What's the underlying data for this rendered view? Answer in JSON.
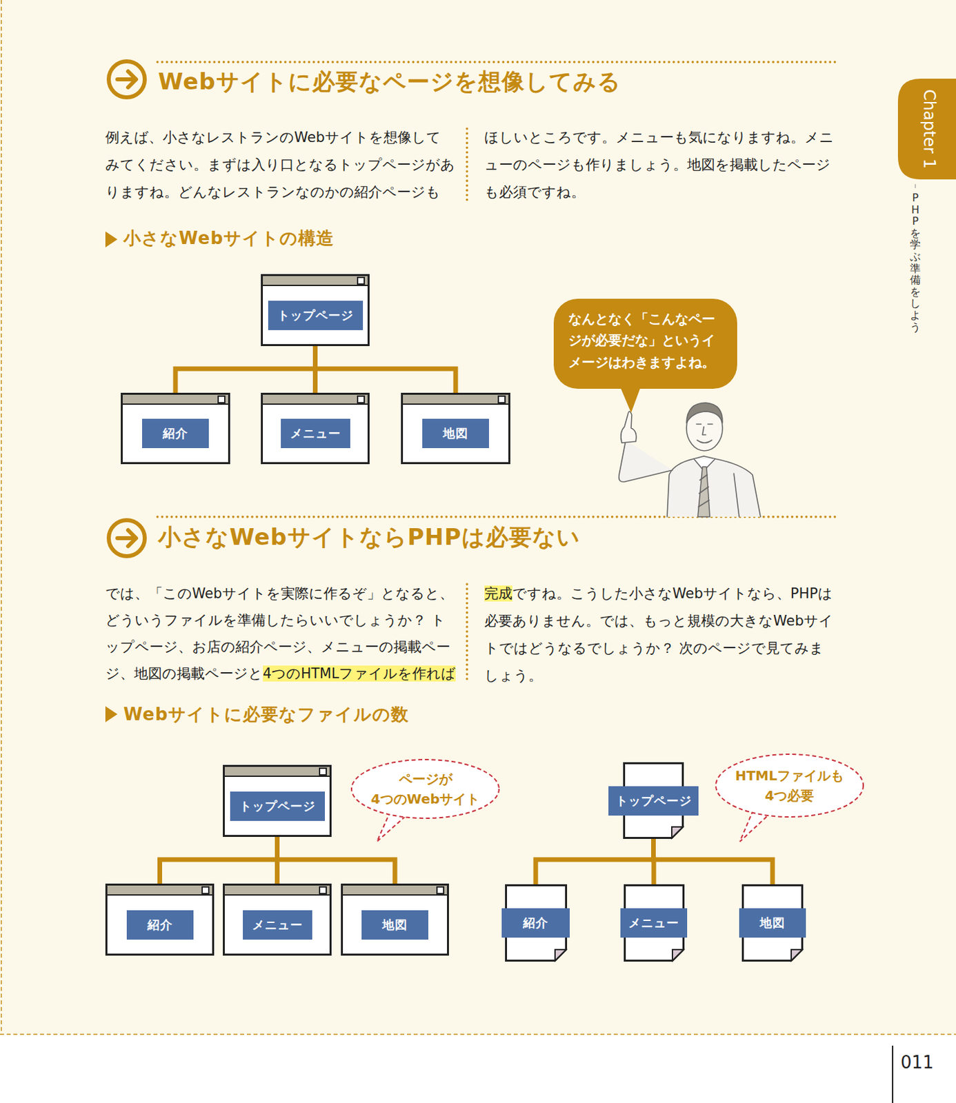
{
  "diagram": {
    "nodes": [
      {
        "text": [
          "トップページ"
        ]
      },
      {
        "text": [
          "紹介"
        ]
      },
      {
        "text": [
          "メニュー"
        ]
      },
      {
        "text": [
          "地図"
        ]
      },
      {
        "text": [
          "なんとなく「こんなページが必要だな」というイメージはわきますよね。"
        ]
      },
      {
        "text": [
          "トップページ"
        ]
      },
      {
        "text": [
          "ページが 4つのWebサイト"
        ]
      },
      {
        "text": [
          "トップページ"
        ]
      },
      {
        "text": [
          "HTMLファイルも 4つ必要"
        ]
      },
      {
        "text": [
          "紹介"
        ]
      },
      {
        "text": [
          "メニュー"
        ]
      },
      {
        "text": [
          "地図"
        ]
      },
      {
        "text": [
          "紹介"
        ]
      },
      {
        "text": [
          "メニュー"
        ]
      },
      {
        "text": [
          "地図"
        ]
      }
    ],
    "edges": [
      {
        "from": 0,
        "to": 1,
        "arrow": "none"
      },
      {
        "from": 0,
        "to": 2,
        "arrow": "none"
      },
      {
        "from": 0,
        "to": 3,
        "arrow": "none"
      },
      {
        "from": 5,
        "to": 9,
        "arrow": "none"
      },
      {
        "from": 5,
        "to": 10,
        "arrow": "none"
      },
      {
        "from": 5,
        "to": 11,
        "arrow": "none"
      },
      {
        "from": 7,
        "to": 12,
        "arrow": "none"
      },
      {
        "from": 7,
        "to": 13,
        "arrow": "none"
      },
      {
        "from": 7,
        "to": 14,
        "arrow": "none"
      }
    ],
    "labels": [
      "Webサイトに必要なページを想像してみる",
      "例えば、小さなレストランのWebサイトを想像してみてください。まずは入り口となるトップページがありますね。どんなレストランなのかの紹介ページも",
      "ほしいところです。メニューも気になりますね。メニューのページも作りましょう。地図を掲載したページも必須ですね。",
      "小さなWebサイトの構造",
      "小さなWebサイトならPHPは必要ない",
      "では、「このWebサイトを実際に作るぞ」となると、どういうファイルを準備したらいいでしょうか？ トップページ、お店の紹介ページ、メニューの掲載ページ、地図の掲載ページと",
      "4つのHTMLファイルを作れば",
      "完成",
      "ですね。こうした小さなWebサイトなら、PHPは必要ありません。では、もっと規模の大きなWebサイトではどうなるでしょうか？ 次のページで見てみましょう。",
      "Webサイトに必要なファイルの数",
      "Chapter 1",
      "PHPを学ぶ準備をしよう",
      "011"
    ]
  }
}
